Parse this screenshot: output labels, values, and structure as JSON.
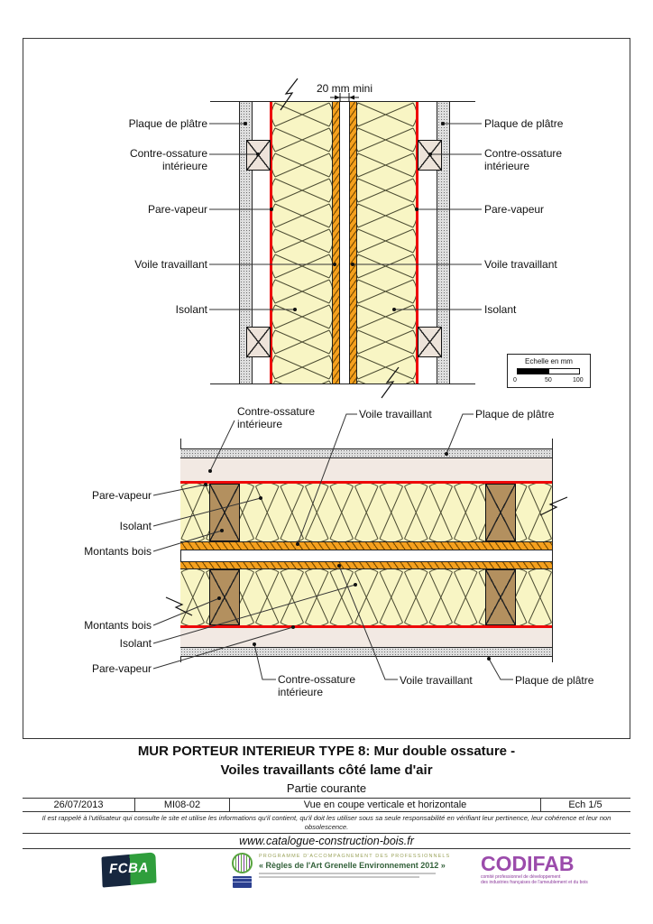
{
  "vertical_section": {
    "dimension": "20 mm mini",
    "labels_left": [
      "Plaque de plâtre",
      "Contre-ossature intérieure",
      "Pare-vapeur",
      "Voile travaillant",
      "Isolant"
    ],
    "labels_right": [
      "Plaque de plâtre",
      "Contre-ossature intérieure",
      "Pare-vapeur",
      "Voile travaillant",
      "Isolant"
    ]
  },
  "scale_bar": {
    "title": "Echelle en mm",
    "ticks": [
      "0",
      "50",
      "100"
    ]
  },
  "horizontal_section": {
    "labels_top": [
      "Contre-ossature intérieure",
      "Voile travaillant",
      "Plaque de plâtre"
    ],
    "labels_left_upper": [
      "Pare-vapeur",
      "Isolant",
      "Montants bois"
    ],
    "labels_left_lower": [
      "Montants bois",
      "Isolant",
      "Pare-vapeur"
    ],
    "labels_bottom": [
      "Contre-ossature intérieure",
      "Voile travaillant",
      "Plaque de plâtre"
    ]
  },
  "title_block": {
    "title_line1": "MUR PORTEUR INTERIEUR TYPE 8: Mur double ossature -",
    "title_line2": "Voiles travaillants côté lame d'air",
    "subtitle": "Partie courante",
    "date": "26/07/2013",
    "reference": "MI08-02",
    "view": "Vue en coupe verticale et horizontale",
    "scale": "Ech 1/5",
    "disclaimer": "Il est rappelé à l'utilisateur qui consulte le site et utilise les informations qu'il contient, qu'il doit les utiliser sous sa seule responsabilité en vérifiant leur pertinence, leur cohérence et leur non obsolescence.",
    "url": "www.catalogue-construction-bois.fr"
  },
  "footer_logos": {
    "fcba": "FCBA",
    "program_line1": "PROGRAMME D'ACCOMPAGNEMENT DES PROFESSIONNELS",
    "program_line2": "« Règles de l'Art Grenelle Environnement 2012 »",
    "codifab": "CODIFAB",
    "codifab_tagline1": "comité professionnel de développement",
    "codifab_tagline2": "des industries françaises de l'ameublement et du bois"
  },
  "colors": {
    "vapor_barrier_red": "#ee0909",
    "osb_orange": "#f5a01e",
    "insulation_yellow": "#f8f5c4",
    "wood_brown": "#b3905f",
    "plaster_grey": "#dedede",
    "fcba_navy": "#17273f",
    "fcba_green": "#2f9e3c",
    "codifab_purple": "#9b4bab"
  }
}
